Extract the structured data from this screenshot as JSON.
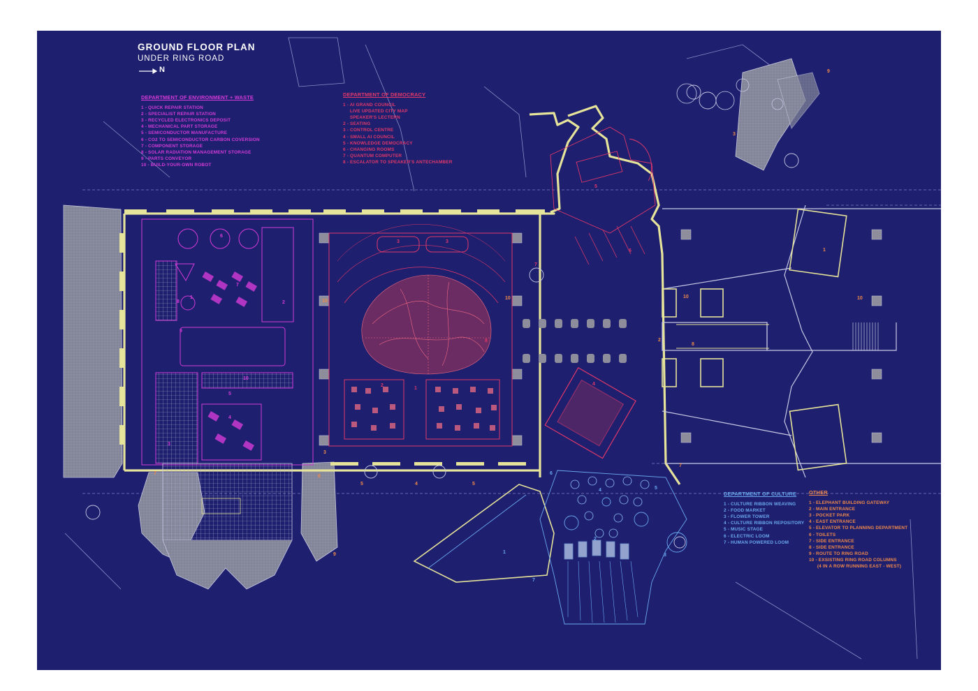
{
  "titles": {
    "main": "GROUND FLOOR PLAN",
    "sub": "UNDER RING ROAD",
    "north": "N"
  },
  "colors": {
    "background": "#1e1f6e",
    "wall": "#e6e39a",
    "line": "#c7c9e6",
    "environment": "#d43bd8",
    "democracy": "#e0386a",
    "culture": "#6aa9f0",
    "other": "#f08a4a",
    "ground": "#8d8d9c"
  },
  "legend_environment": {
    "heading": "DEPARTMENT OF ENVIRONMENT + WASTE",
    "items": [
      "1 - QUICK REPAIR STATION",
      "2 - SPECIALIST REPAIR STATION",
      "3 - RECYCLED ELECTRONICS DEPOSIT",
      "4 - MECHANICAL PART STORAGE",
      "5 - SEMICONDUCTOR MANUFACTURE",
      "6 - CO2 TO SEMICONDUCTOR CARBON COVERSION",
      "7 - COMPONENT STORAGE",
      "8 - SOLAR RADIATION MANAGEMENT STORAGE",
      "9 - PARTS CONVEYOR",
      "10 - BUILD-YOUR-OWN ROBOT"
    ]
  },
  "legend_democracy": {
    "heading": "DEPARTMENT OF DEMOCRACY",
    "items": [
      "1 - AI GRAND COUNCIL",
      "     LIVE UPDATED CITY MAP",
      "     SPEAKER'S LECTERN",
      "2 - SEATING",
      "3 - CONTROL CENTRE",
      "4 - SMALL AI COUNCIL",
      "5 - KNOWLEDGE DEMOCRACY",
      "6 - CHANGING ROOMS",
      "7 - QUANTUM COMPUTER",
      "8 - ESCALATOR TO SPEAKER'S ANTECHAMBER"
    ]
  },
  "legend_culture": {
    "heading": "DEPARTMENT OF CULTURE",
    "items": [
      "1 - CULTURE RIBBON WEAVING",
      "2 - FOOD MARKET",
      "3 - FLOWER TOWER",
      "4 - CULTURE RIBBON REPOSITORY",
      "5 - MUSIC STAGE",
      "6 - ELECTRIC LOOM",
      "7 - HUMAN POWERED LOOM"
    ]
  },
  "legend_other": {
    "heading": "OTHER",
    "items": [
      "1 - ELEPHANT BUILDING GATEWAY",
      "2 - MAIN ENTRANCE",
      "3 - POCKET PARK",
      "4 - EAST ENTRANCE",
      "5 - ELEVATOR TO PLANNING DEPARTMENT",
      "6 - TOILETS",
      "7 - SIDE ENTRANCE",
      "8 - SIDE ENTRANCE",
      "9 - ROUTE TO RING ROAD",
      "10 - EXSISTING RING ROAD COLUMNS",
      "      (4 IN A ROW RUNNING EAST - WEST)"
    ]
  },
  "plan_labels": {
    "env": [
      "1",
      "2",
      "3",
      "4",
      "5",
      "6",
      "7",
      "8",
      "9",
      "10"
    ],
    "dem": [
      "1",
      "2",
      "3",
      "3",
      "4",
      "5",
      "6",
      "7",
      "8"
    ],
    "cul": [
      "1",
      "2",
      "3",
      "4",
      "5",
      "6",
      "7"
    ],
    "oth": [
      "1",
      "2",
      "3",
      "3",
      "4",
      "5",
      "5",
      "6",
      "7",
      "7",
      "8",
      "9",
      "9",
      "10",
      "10",
      "10",
      "10"
    ]
  }
}
